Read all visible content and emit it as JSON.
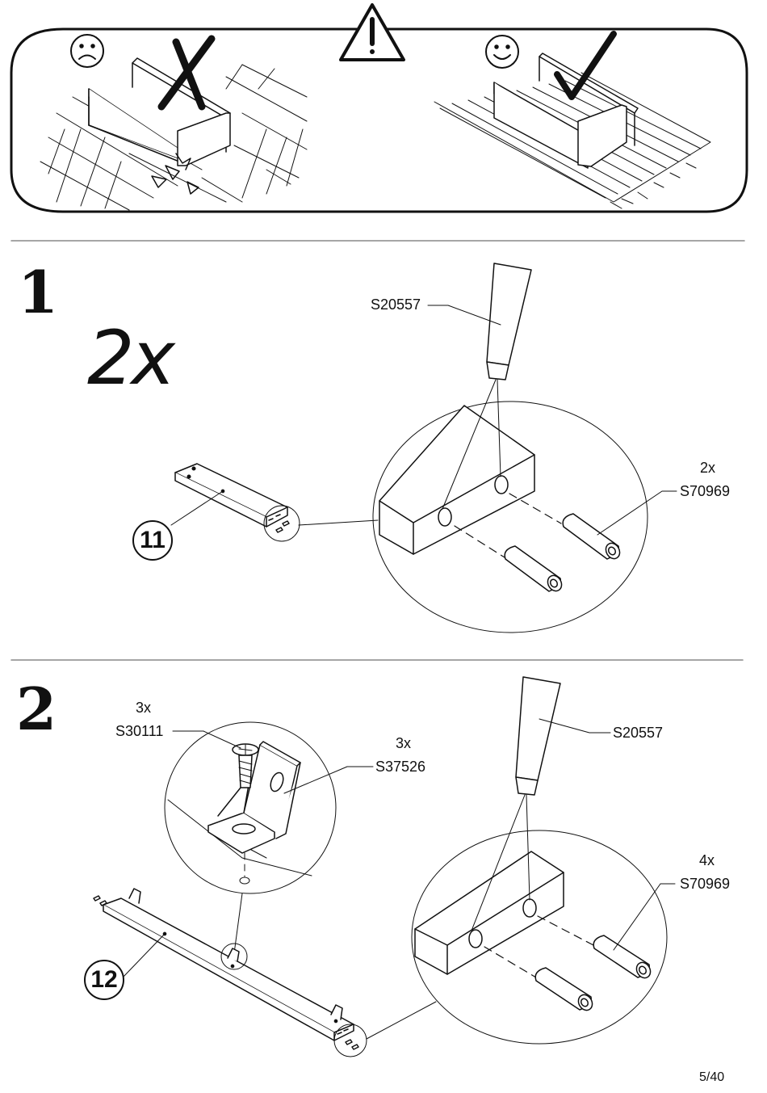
{
  "warning": {
    "bad_icon": "sad-face-icon",
    "good_icon": "happy-face-icon",
    "alert_icon": "warning-triangle-icon"
  },
  "steps": [
    {
      "number": "1",
      "multiplier": "2x",
      "part_number": "11",
      "callouts": [
        {
          "code": "S20557"
        },
        {
          "qty": "2x",
          "code": "S70969"
        }
      ]
    },
    {
      "number": "2",
      "part_number": "12",
      "callouts": [
        {
          "qty": "3x",
          "code": "S30111"
        },
        {
          "qty": "3x",
          "code": "S37526"
        },
        {
          "code": "S20557"
        },
        {
          "qty": "4x",
          "code": "S70969"
        }
      ]
    }
  ],
  "page_number": "5/40",
  "colors": {
    "ink": "#111111",
    "paper": "#ffffff",
    "divider": "#888888"
  }
}
